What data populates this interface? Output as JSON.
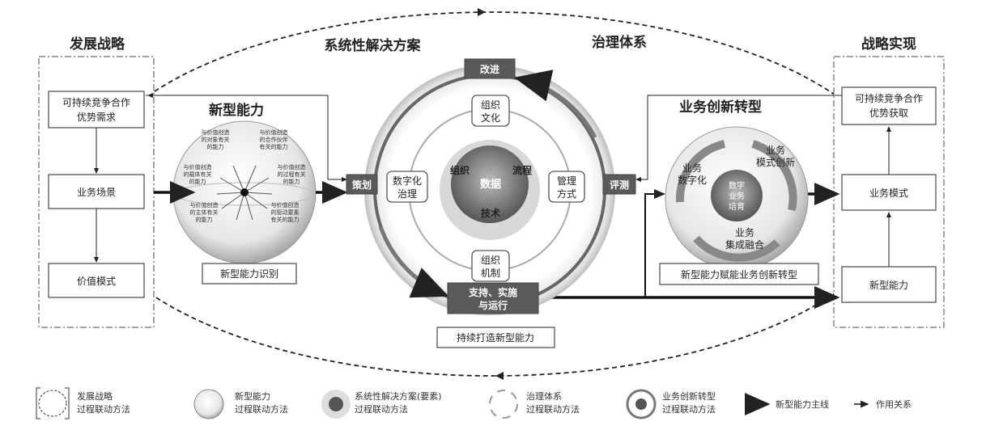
{
  "titles": {
    "left_panel": "发展战略",
    "right_panel": "战略实现",
    "solution": "系统性解决方案",
    "governance": "治理体系",
    "capability": "新型能力",
    "business": "业务创新转型"
  },
  "left_boxes": [
    "可持续竞争合作",
    "优势需求",
    "业务场景",
    "价值模式"
  ],
  "right_boxes": [
    "可持续竞争合作",
    "优势获取",
    "业务模式",
    "新型能力"
  ],
  "capability_label": "新型能力识别",
  "capability_sphere_text": [
    "与价值创造的对象有关的能力",
    "与价值创造的合作伙伴有关的能力",
    "与价值创造的载体有关的能力",
    "与价值创造的过程有关的能力",
    "与价值创造的主体有关的能力",
    "与价值创造的驱动要素有关的能力"
  ],
  "cycle": {
    "improve": "改进",
    "plan": "策划",
    "evaluate": "评测",
    "support_1": "支持、实施",
    "support_2": "与运行",
    "bottom_label": "持续打造新型能力"
  },
  "elements": {
    "culture_1": "组织",
    "culture_2": "文化",
    "digital_1": "数字化",
    "digital_2": "治理",
    "mgmt_1": "管理",
    "mgmt_2": "方式",
    "mech_1": "组织",
    "mech_2": "机制",
    "core": "数据",
    "org": "组织",
    "process": "流程",
    "tech": "技术"
  },
  "business": {
    "digitize_1": "业务",
    "digitize_2": "数字化",
    "model_1": "业务",
    "model_2": "模式创新",
    "integrate_1": "业务",
    "integrate_2": "集成融合",
    "core_1": "数字",
    "core_2": "业务",
    "core_3": "培育",
    "label": "新型能力赋能业务创新转型"
  },
  "legend": [
    {
      "l1": "发展战略",
      "l2": "过程联动方法"
    },
    {
      "l1": "新型能力",
      "l2": "过程联动方法"
    },
    {
      "l1": "系统性解决方案(要素)",
      "l2": "过程联动方法"
    },
    {
      "l1": "治理体系",
      "l2": "过程联动方法"
    },
    {
      "l1": "业务创新转型",
      "l2": "过程联动方法"
    },
    {
      "l1": "新型能力主线"
    },
    {
      "l1": "作用关系"
    }
  ]
}
